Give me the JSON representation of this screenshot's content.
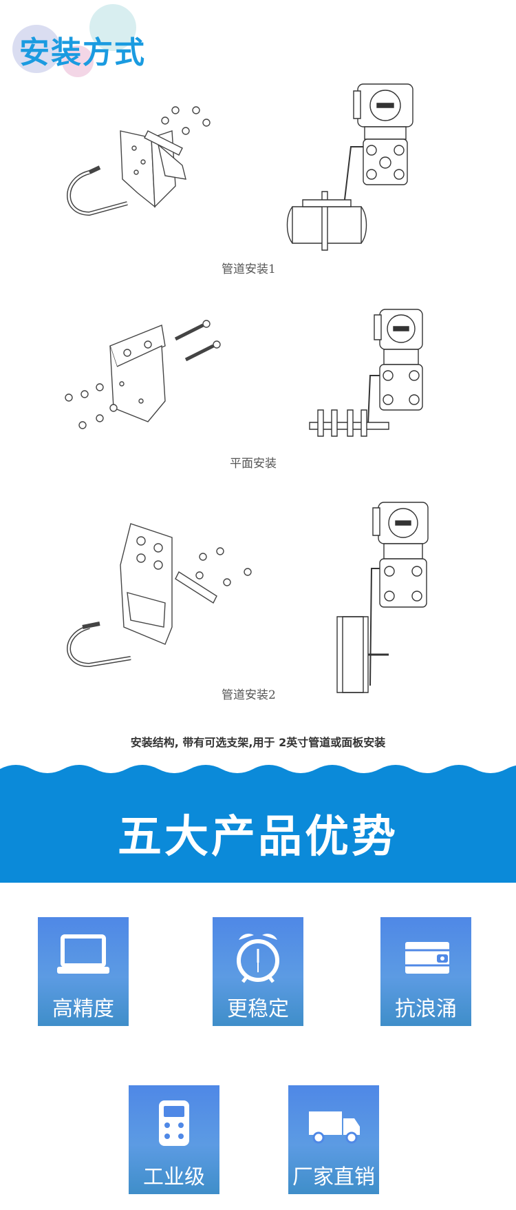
{
  "header": {
    "title": "安装方式"
  },
  "install": {
    "caption_pipe1": "管道安装1",
    "caption_flat": "平面安装",
    "caption_pipe2": "管道安装2",
    "summary": "安装结构, 带有可选支架,用于 2英寸管道或面板安装"
  },
  "banner": {
    "title": "五大产品优势",
    "color": "#0b8ad9"
  },
  "features": [
    {
      "label": "高精度",
      "icon": "laptop-icon"
    },
    {
      "label": "更稳定",
      "icon": "alarm-clock-icon"
    },
    {
      "label": "抗浪涌",
      "icon": "wallet-icon"
    },
    {
      "label": "工业级",
      "icon": "calculator-icon"
    },
    {
      "label": "厂家直销",
      "icon": "delivery-truck-icon"
    }
  ]
}
